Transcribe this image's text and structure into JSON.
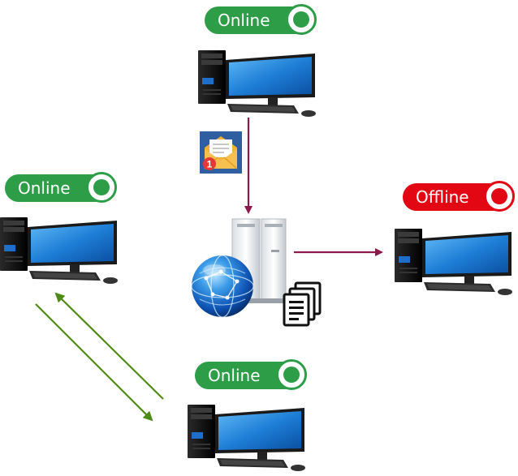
{
  "nodes": [
    {
      "id": "top",
      "status": "Online"
    },
    {
      "id": "left",
      "status": "Online"
    },
    {
      "id": "right",
      "status": "Offline"
    },
    {
      "id": "bottom",
      "status": "Online"
    }
  ],
  "colors": {
    "online": "#2e9d48",
    "offline": "#e30613",
    "arrow_to_server": "#8b1a4a",
    "arrow_exchange": "#4e8a16"
  },
  "icons": [
    "desktop-computer-icon",
    "server-icon",
    "globe-icon",
    "email-notification-icon",
    "documents-icon"
  ],
  "email_badge_count": "1"
}
